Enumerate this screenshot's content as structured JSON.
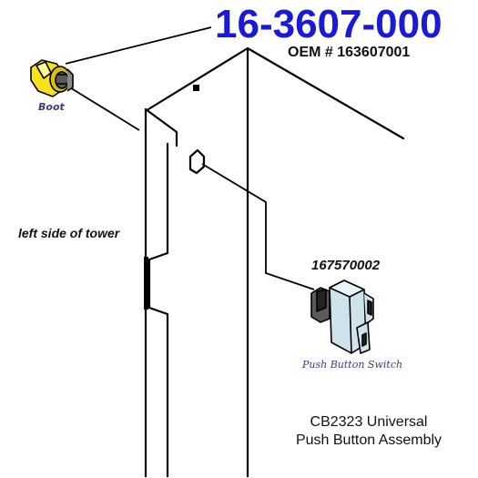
{
  "header": {
    "part_number": "16-3607-000",
    "oem_number": "OEM # 163607001"
  },
  "labels": {
    "boot": "Boot",
    "tower_side": "left side of tower",
    "switch_part_number": "167570002",
    "switch_name": "Push Button Switch"
  },
  "assembly": {
    "line1": "CB2323 Universal",
    "line2": "Push Button Assembly"
  },
  "icons": {
    "boot": "rubber-boot-icon",
    "switch": "push-button-switch-icon"
  },
  "colors": {
    "part_number": "#1a1ad6",
    "boot_fill": "#f5e21a",
    "switch_fill": "#cfe3ec",
    "label_blue": "#3b3b8f"
  }
}
